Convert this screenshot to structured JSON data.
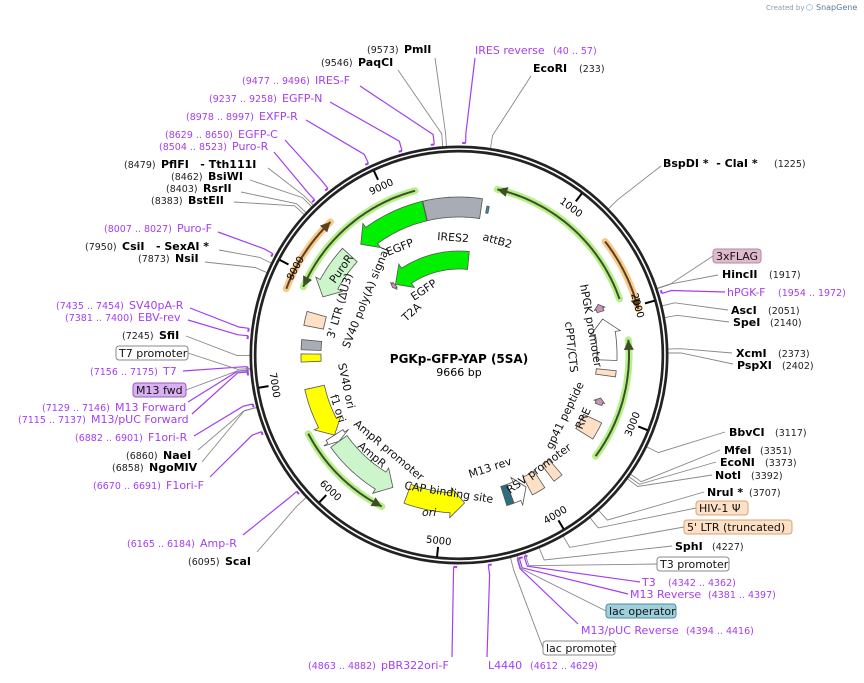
{
  "credit": {
    "prefix": "Created by",
    "brand": "SnapGene"
  },
  "plasmid": {
    "name": "PGKp-GFP-YAP (5SA)",
    "length_label": "9666 bp",
    "length": 9666
  },
  "ticks": [
    {
      "label": "1000",
      "bp": 1000
    },
    {
      "label": "2000",
      "bp": 2000
    },
    {
      "label": "3000",
      "bp": 3000
    },
    {
      "label": "4000",
      "bp": 4000
    },
    {
      "label": "5000",
      "bp": 5000
    },
    {
      "label": "6000",
      "bp": 6000
    },
    {
      "label": "7000",
      "bp": 7000
    },
    {
      "label": "8000",
      "bp": 8000
    },
    {
      "label": "9000",
      "bp": 9000
    }
  ],
  "sites": [
    {
      "name": "PmlI",
      "pos": "(9573)",
      "bp": 9573
    },
    {
      "name": "PaqCI",
      "pos": "(9546)",
      "bp": 9546
    },
    {
      "name": "EcoRI",
      "pos": "(233)",
      "bp": 233
    },
    {
      "name": "PflFI   - Tth111I",
      "pos": "(8479)",
      "bp": 8479
    },
    {
      "name": "BsiWI",
      "pos": "(8462)",
      "bp": 8462
    },
    {
      "name": "RsrII",
      "pos": "(8403)",
      "bp": 8403
    },
    {
      "name": "BstEII",
      "pos": "(8383)",
      "bp": 8383
    },
    {
      "name": "CsiI   - SexAI *",
      "pos": "(7950)",
      "bp": 7950
    },
    {
      "name": "NsiI",
      "pos": "(7873)",
      "bp": 7873
    },
    {
      "name": "SfiI",
      "pos": "(7245)",
      "bp": 7245
    },
    {
      "name": "NaeI",
      "pos": "(6860)",
      "bp": 6860
    },
    {
      "name": "NgoMIV",
      "pos": "(6858)",
      "bp": 6858
    },
    {
      "name": "ScaI",
      "pos": "(6095)",
      "bp": 6095
    },
    {
      "name": "BspDI *  - ClaI *",
      "pos": "(1225)",
      "bp": 1225
    },
    {
      "name": "HincII",
      "pos": "(1917)",
      "bp": 1917
    },
    {
      "name": "AscI",
      "pos": "(2051)",
      "bp": 2051
    },
    {
      "name": "SpeI",
      "pos": "(2140)",
      "bp": 2140
    },
    {
      "name": "XcmI",
      "pos": "(2373)",
      "bp": 2373
    },
    {
      "name": "PspXI",
      "pos": "(2402)",
      "bp": 2402
    },
    {
      "name": "BbvCI",
      "pos": "(3117)",
      "bp": 3117
    },
    {
      "name": "MfeI",
      "pos": "(3351)",
      "bp": 3351
    },
    {
      "name": "EcoNI",
      "pos": "(3373)",
      "bp": 3373
    },
    {
      "name": "NotI",
      "pos": "(3392)",
      "bp": 3392
    },
    {
      "name": "NruI *",
      "pos": "(3707)",
      "bp": 3707
    },
    {
      "name": "SphI",
      "pos": "(4227)",
      "bp": 4227
    }
  ],
  "primers": [
    {
      "name": "IRES reverse",
      "range": "(40 .. 57)",
      "bp": 48
    },
    {
      "name": "IRES-F",
      "range": "(9477 .. 9496)",
      "bp": 9486
    },
    {
      "name": "EGFP-N",
      "range": "(9237 .. 9258)",
      "bp": 9247
    },
    {
      "name": "EXFP-R",
      "range": "(8978 .. 8997)",
      "bp": 8987
    },
    {
      "name": "EGFP-C",
      "range": "(8629 .. 8650)",
      "bp": 8640
    },
    {
      "name": "Puro-R",
      "range": "(8504 .. 8523)",
      "bp": 8513
    },
    {
      "name": "Puro-F",
      "range": "(8007 .. 8027)",
      "bp": 8017
    },
    {
      "name": "SV40pA-R",
      "range": "(7435 .. 7454)",
      "bp": 7444
    },
    {
      "name": "EBV-rev",
      "range": "(7381 .. 7400)",
      "bp": 7390
    },
    {
      "name": "T7",
      "range": "(7156 .. 7175)",
      "bp": 7165
    },
    {
      "name": "M13 Forward",
      "range": "(7129 .. 7146)",
      "bp": 7137
    },
    {
      "name": "M13/pUC Forward",
      "range": "(7115 .. 7137)",
      "bp": 7126
    },
    {
      "name": "F1ori-R",
      "range": "(6882 .. 6901)",
      "bp": 6891
    },
    {
      "name": "F1ori-F",
      "range": "(6670 .. 6691)",
      "bp": 6680
    },
    {
      "name": "Amp-R",
      "range": "(6165 .. 6184)",
      "bp": 6174
    },
    {
      "name": "pBR322ori-F",
      "range": "(4863 .. 4882)",
      "bp": 4872
    },
    {
      "name": "L4440",
      "range": "(4612 .. 4629)",
      "bp": 4620
    },
    {
      "name": "hPGK-F",
      "range": "(1954 .. 1972)",
      "bp": 1963
    },
    {
      "name": "T3",
      "range": "(4342 .. 4362)",
      "bp": 4352
    },
    {
      "name": "M13 Reverse",
      "range": "(4381 .. 4397)",
      "bp": 4389
    },
    {
      "name": "M13/pUC Reverse",
      "range": "(4394 .. 4416)",
      "bp": 4405
    }
  ],
  "boxed_labels": [
    {
      "name": "T7 promoter",
      "bp": 7150,
      "fill": "#ffffff",
      "border": "#888888"
    },
    {
      "name": "M13 fwd",
      "bp": 7140,
      "fill": "#d9b0f2",
      "border": "#9b59b6"
    },
    {
      "name": "3xFLAG",
      "bp": 1920,
      "fill": "#e0b9cd",
      "border": "#b48aa0"
    },
    {
      "name": "HIV-1 Ψ",
      "bp": 3790,
      "fill": "#fde0c5",
      "border": "#d4a57a"
    },
    {
      "name": "5' LTR (truncated)",
      "bp": 4030,
      "fill": "#fde0c5",
      "border": "#d4a57a"
    },
    {
      "name": "T3 promoter",
      "bp": 4340,
      "fill": "#ffffff",
      "border": "#888888"
    },
    {
      "name": "lac operator",
      "bp": 4400,
      "fill": "#9ecfdb",
      "border": "#4a8ea2"
    },
    {
      "name": "lac promoter",
      "bp": 4450,
      "fill": "#ffffff",
      "border": "#888888"
    }
  ],
  "features": [
    {
      "name": "IRES2",
      "start": 9310,
      "end": 230,
      "dir": "none",
      "lane": "main",
      "color": "#a8adb5"
    },
    {
      "name": "attB2",
      "start": 285,
      "end": 310,
      "dir": "none",
      "lane": "thin",
      "color": "#2e8fa3"
    },
    {
      "name": "EGFP",
      "start": 8550,
      "end": 9305,
      "dir": "rev",
      "lane": "main",
      "color": "#00f000"
    },
    {
      "name": "PuroR",
      "start": 7870,
      "end": 8390,
      "dir": "rev",
      "lane": "main",
      "color": "#ccf5cc"
    },
    {
      "name": "3' LTR (ΔU3)",
      "start": 7540,
      "end": 7680,
      "dir": "none",
      "lane": "main",
      "color": "#fde0c5"
    },
    {
      "name": "SV40 poly(A) signal",
      "start": 7300,
      "end": 7400,
      "dir": "none",
      "lane": "main",
      "color": "#a8adb5"
    },
    {
      "name": "SV40 ori",
      "start": 7180,
      "end": 7260,
      "dir": "none",
      "lane": "main",
      "color": "#ffff00"
    },
    {
      "name": "f1 ori",
      "start": 6370,
      "end": 6910,
      "dir": "rev",
      "lane": "main",
      "color": "#ffff00"
    },
    {
      "name": "AmpR promoter",
      "start": 6290,
      "end": 6370,
      "dir": "rev",
      "lane": "main",
      "color": "#ffffff"
    },
    {
      "name": "AmpR",
      "start": 5545,
      "end": 6290,
      "dir": "rev",
      "lane": "main",
      "color": "#ccf5cc"
    },
    {
      "name": "ori",
      "start": 4775,
      "end": 5380,
      "dir": "rev",
      "lane": "main",
      "color": "#ffff00"
    },
    {
      "name": "CAP binding site",
      "start": 4290,
      "end": 4360,
      "dir": "none",
      "lane": "main",
      "color": "#2e6d80"
    },
    {
      "name": "RSV promoter",
      "start": 4110,
      "end": 4285,
      "dir": "rev",
      "lane": "main",
      "color": "#ffffff"
    },
    {
      "name": "5' LTR (truncated)",
      "start": 3950,
      "end": 4090,
      "dir": "none",
      "lane": "main",
      "color": "#fde0c5"
    },
    {
      "name": "HIV-1 Ψ",
      "start": 3740,
      "end": 3840,
      "dir": "none",
      "lane": "main",
      "color": "#fde0c5"
    },
    {
      "name": "RRE",
      "start": 3100,
      "end": 3280,
      "dir": "none",
      "lane": "main",
      "color": "#fde0c5"
    },
    {
      "name": "gp41 peptide",
      "start": 2870,
      "end": 2940,
      "dir": "rev",
      "lane": "thin",
      "color": "#c994b5"
    },
    {
      "name": "cPPT/CTS",
      "start": 2570,
      "end": 2630,
      "dir": "none",
      "lane": "main",
      "color": "#fde0c5"
    },
    {
      "name": "hPGK promoter",
      "start": 2040,
      "end": 2470,
      "dir": "rev",
      "lane": "main",
      "color": "#ffffff"
    },
    {
      "name": "3xFLAG",
      "start": 1880,
      "end": 1960,
      "dir": "rev",
      "lane": "thin",
      "color": "#c994b5"
    },
    {
      "name": "EGFP",
      "start": 8540,
      "end": 153,
      "dir": "rev",
      "lane": "inner",
      "color": "#00f000"
    },
    {
      "name": "T2A",
      "start": 8470,
      "end": 8530,
      "dir": "rev",
      "lane": "inner-thin",
      "color": "#c994b5"
    }
  ],
  "orfs": [
    {
      "start": 350,
      "end": 1900,
      "dir": "rev",
      "kind": "green"
    },
    {
      "start": 1400,
      "end": 2030,
      "dir": "fwd",
      "kind": "orange"
    },
    {
      "start": 2279,
      "end": 3397,
      "dir": "rev",
      "kind": "green"
    },
    {
      "start": 7885,
      "end": 9264,
      "dir": "rev",
      "kind": "green"
    },
    {
      "start": 7813,
      "end": 8485,
      "dir": "fwd",
      "kind": "orange"
    },
    {
      "start": 5558,
      "end": 6509,
      "dir": "rev",
      "kind": "green"
    }
  ],
  "colors": {
    "primer": "#a43ef0",
    "enzyme_line": "#888888",
    "ring": "#222222",
    "orf_green": "#b6f08a",
    "orf_orange": "#f9c98a"
  }
}
